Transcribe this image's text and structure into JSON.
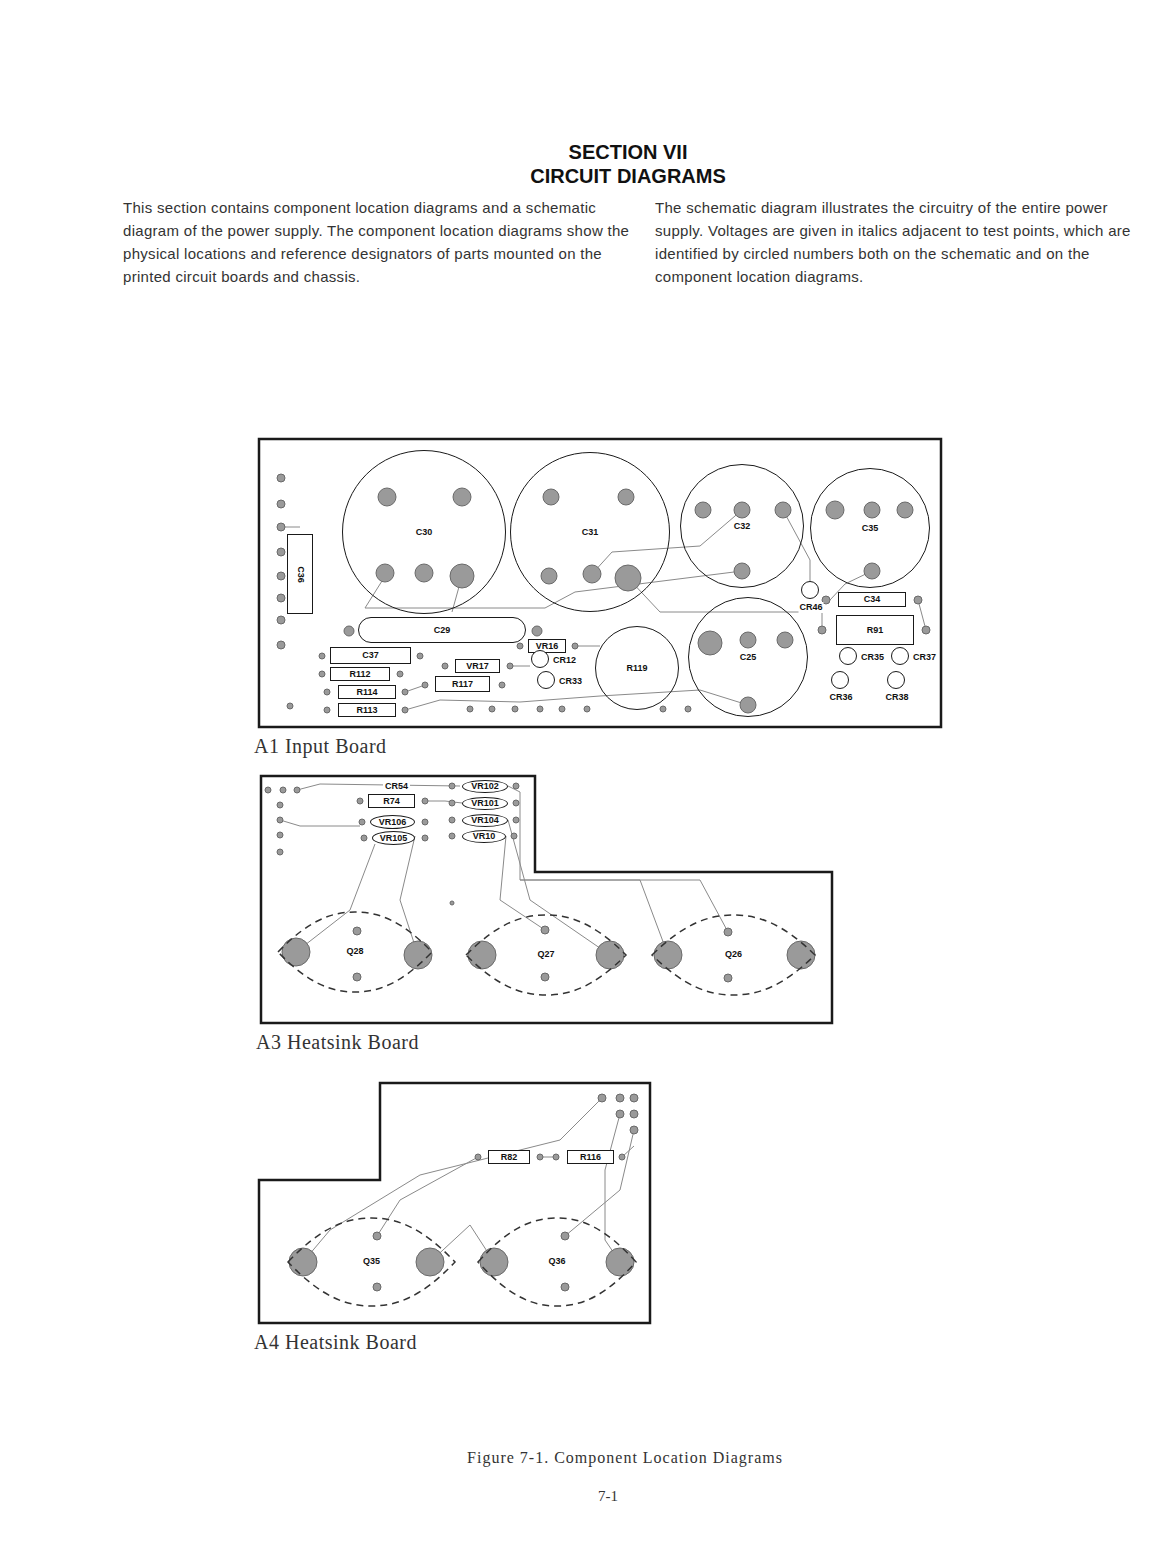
{
  "diagram": {
    "title": "SECTION VII CIRCUIT DIAGRAMS",
    "caption": "Figure 7-1. Component Location Diagrams",
    "nodes": [
      {
        "text": [
          "A1 Input Board"
        ]
      },
      {
        "text": [
          "C36"
        ],
        "in": 0
      },
      {
        "text": [
          "C30"
        ],
        "in": 0
      },
      {
        "text": [
          "C31"
        ],
        "in": 0
      },
      {
        "text": [
          "C32"
        ],
        "in": 0
      },
      {
        "text": [
          "C35"
        ],
        "in": 0
      },
      {
        "text": [
          "CR46"
        ],
        "in": 0
      },
      {
        "text": [
          "C34"
        ],
        "in": 0
      },
      {
        "text": [
          "C29"
        ],
        "in": 0
      },
      {
        "text": [
          "R91"
        ],
        "in": 0
      },
      {
        "text": [
          "C37"
        ],
        "in": 0
      },
      {
        "text": [
          "VR16"
        ],
        "in": 0
      },
      {
        "text": [
          "VR17"
        ],
        "in": 0
      },
      {
        "text": [
          "CR12"
        ],
        "in": 0
      },
      {
        "text": [
          "CR33"
        ],
        "in": 0
      },
      {
        "text": [
          "R119"
        ],
        "in": 0
      },
      {
        "text": [
          "C25"
        ],
        "in": 0
      },
      {
        "text": [
          "CR35"
        ],
        "in": 0
      },
      {
        "text": [
          "CR37"
        ],
        "in": 0
      },
      {
        "text": [
          "R112"
        ],
        "in": 0
      },
      {
        "text": [
          "R117"
        ],
        "in": 0
      },
      {
        "text": [
          "CR36"
        ],
        "in": 0
      },
      {
        "text": [
          "CR38"
        ],
        "in": 0
      },
      {
        "text": [
          "R114"
        ],
        "in": 0
      },
      {
        "text": [
          "R113"
        ],
        "in": 0
      },
      {
        "text": [
          "A3 Heatsink Board"
        ]
      },
      {
        "text": [
          "R74"
        ],
        "in": 25
      },
      {
        "text": [
          "VR106"
        ],
        "in": 25
      },
      {
        "text": [
          "VR105"
        ],
        "in": 25
      },
      {
        "text": [
          "VR102"
        ],
        "in": 25
      },
      {
        "text": [
          "VR101"
        ],
        "in": 25
      },
      {
        "text": [
          "VR104"
        ],
        "in": 25
      },
      {
        "text": [
          "VR10"
        ],
        "in": 25
      },
      {
        "text": [
          "Q28"
        ],
        "in": 25
      },
      {
        "text": [
          "Q27"
        ],
        "in": 25
      },
      {
        "text": [
          "Q26"
        ],
        "in": 25
      },
      {
        "text": [
          "A4 Heatsink Board"
        ]
      },
      {
        "text": [
          "R82"
        ],
        "in": 36
      },
      {
        "text": [
          "R116"
        ],
        "in": 36
      },
      {
        "text": [
          "Q35"
        ],
        "in": 36
      },
      {
        "text": [
          "Q36"
        ],
        "in": 36
      }
    ],
    "labels": [
      "This section contains component location diagrams and a schematic diagram of the power supply. The component location diagrams show the physical locations and reference designators of parts mounted on the printed circuit boards and chassis.",
      "The schematic diagram illustrates the circuitry of the entire power supply. Voltages are given in italics adjacent to test points, which are identified by circled numbers both on the schematic and on the component location diagrams.",
      "CR54",
      "7-1"
    ]
  }
}
